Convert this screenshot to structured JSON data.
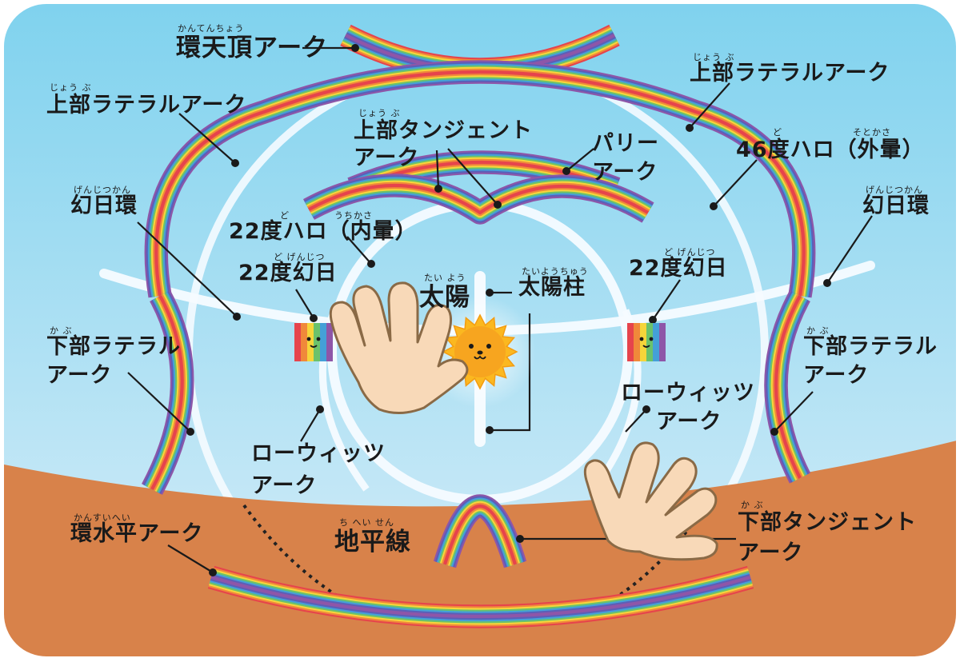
{
  "labels": {
    "circumzenithal": "環天頂アーク",
    "upper_lateral_left": "上部ラテラルアーク",
    "upper_lateral_right": "上部ラテラルアーク",
    "upper_tangent_1": "上部タンジェント",
    "upper_tangent_2": "アーク",
    "parry_1": "パリー",
    "parry_2": "アーク",
    "halo46": "46度ハロ（外暈）",
    "parhelic_left": "幻日環",
    "parhelic_right": "幻日環",
    "halo22": "22度ハロ（内暈）",
    "sundog_left": "22度幻日",
    "sundog_right": "22度幻日",
    "sun": "太陽",
    "sun_pillar": "太陽柱",
    "lower_lateral_left_1": "下部ラテラル",
    "lower_lateral_left_2": "アーク",
    "lower_lateral_right_1": "下部ラテラル",
    "lower_lateral_right_2": "アーク",
    "lowitz_left_1": "ローウィッツ",
    "lowitz_left_2": "アーク",
    "lowitz_right_1": "ローウィッツ",
    "lowitz_right_2": "アーク",
    "circumhorizontal": "環水平アーク",
    "horizon": "地平線",
    "lower_tangent_1": "下部タンジェント",
    "lower_tangent_2": "アーク"
  },
  "ruby": {
    "kantencho": "かんてんちょう",
    "jobu_left": "じょう ぶ",
    "jobu_right": "じょう ぶ",
    "jobu_tangent": "じょう ぶ",
    "do_46": "ど",
    "sotokasa": "そとかさ",
    "genjitsukan_left": "げんじつかん",
    "genjitsukan_right": "げんじつかん",
    "do_22": "ど",
    "uchikasa": "うちかさ",
    "do_genjitsu_left": "ど げんじつ",
    "do_genjitsu_right": "ど げんじつ",
    "taiyo": "たい よう",
    "taiyochu": "たいようちゅう",
    "kabu_left": "か ぶ",
    "kabu_right": "か ぶ",
    "kansuihei": "かんすいへい",
    "chiheisen": "ち へい せん",
    "kabu_tangent": "か ぶ"
  },
  "colors": {
    "sky_top": "#7fd2ee",
    "sky_bottom": "#dbeff9",
    "ground": "#d8824a",
    "halo_white": "#f5fbff",
    "sun": "#fbb820",
    "hand_fill": "#f8d9b8",
    "hand_stroke": "#8a6a46",
    "rainbow": [
      "#e6444c",
      "#f0893a",
      "#f6d53a",
      "#6bc26b",
      "#44a0d8",
      "#5b5fb8",
      "#8e56a8"
    ]
  }
}
